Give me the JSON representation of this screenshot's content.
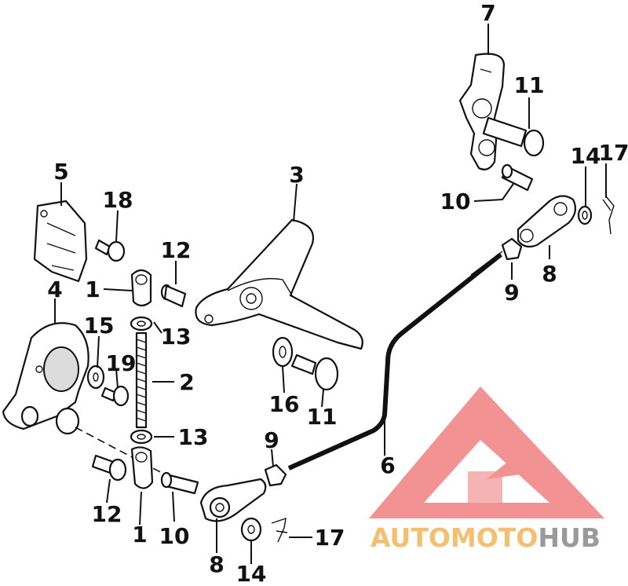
{
  "diagram": {
    "callouts": [
      {
        "id": "c7",
        "label": "7"
      },
      {
        "id": "c11a",
        "label": "11"
      },
      {
        "id": "c14a",
        "label": "14"
      },
      {
        "id": "c17a",
        "label": "17"
      },
      {
        "id": "c10a",
        "label": "10"
      },
      {
        "id": "c8a",
        "label": "8"
      },
      {
        "id": "c9a",
        "label": "9"
      },
      {
        "id": "c3",
        "label": "3"
      },
      {
        "id": "c5",
        "label": "5"
      },
      {
        "id": "c18",
        "label": "18"
      },
      {
        "id": "c12a",
        "label": "12"
      },
      {
        "id": "c1a",
        "label": "1"
      },
      {
        "id": "c4",
        "label": "4"
      },
      {
        "id": "c15",
        "label": "15"
      },
      {
        "id": "c13a",
        "label": "13"
      },
      {
        "id": "c19",
        "label": "19"
      },
      {
        "id": "c2",
        "label": "2"
      },
      {
        "id": "c16",
        "label": "16"
      },
      {
        "id": "c11b",
        "label": "11"
      },
      {
        "id": "c13b",
        "label": "13"
      },
      {
        "id": "c9b",
        "label": "9"
      },
      {
        "id": "c6",
        "label": "6"
      },
      {
        "id": "c12b",
        "label": "12"
      },
      {
        "id": "c1b",
        "label": "1"
      },
      {
        "id": "c10b",
        "label": "10"
      },
      {
        "id": "c8b",
        "label": "8"
      },
      {
        "id": "c14b",
        "label": "14"
      },
      {
        "id": "c17b",
        "label": "17"
      }
    ]
  },
  "watermark": {
    "brand_part1": "AUTOMOTO",
    "brand_part2": "HUB",
    "color_primary": "#f08080",
    "color_secondary": "#f4c070",
    "color_hub": "#9a9a9a"
  }
}
